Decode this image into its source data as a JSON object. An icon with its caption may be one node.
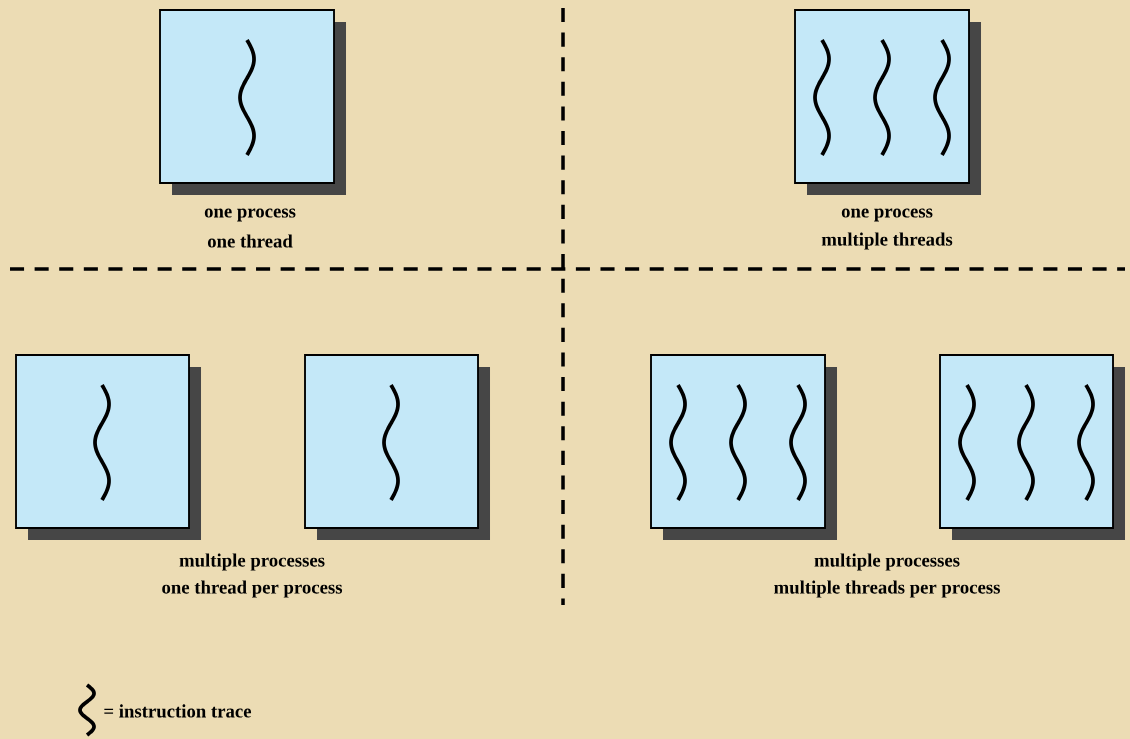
{
  "diagram": {
    "nodes": [
      {
        "text": [],
        "shape": "box"
      },
      {
        "text": [],
        "shape": "box"
      },
      {
        "text": [],
        "shape": "box"
      },
      {
        "text": [],
        "shape": "box"
      },
      {
        "text": [],
        "shape": "box"
      },
      {
        "text": [],
        "shape": "box"
      }
    ],
    "labels": [
      "one process",
      "one thread",
      "one process",
      "multiple threads",
      "multiple processes",
      "one thread per process",
      "multiple processes",
      "multiple threads per process"
    ],
    "legend": [
      {
        "text": "= instruction trace"
      }
    ]
  }
}
